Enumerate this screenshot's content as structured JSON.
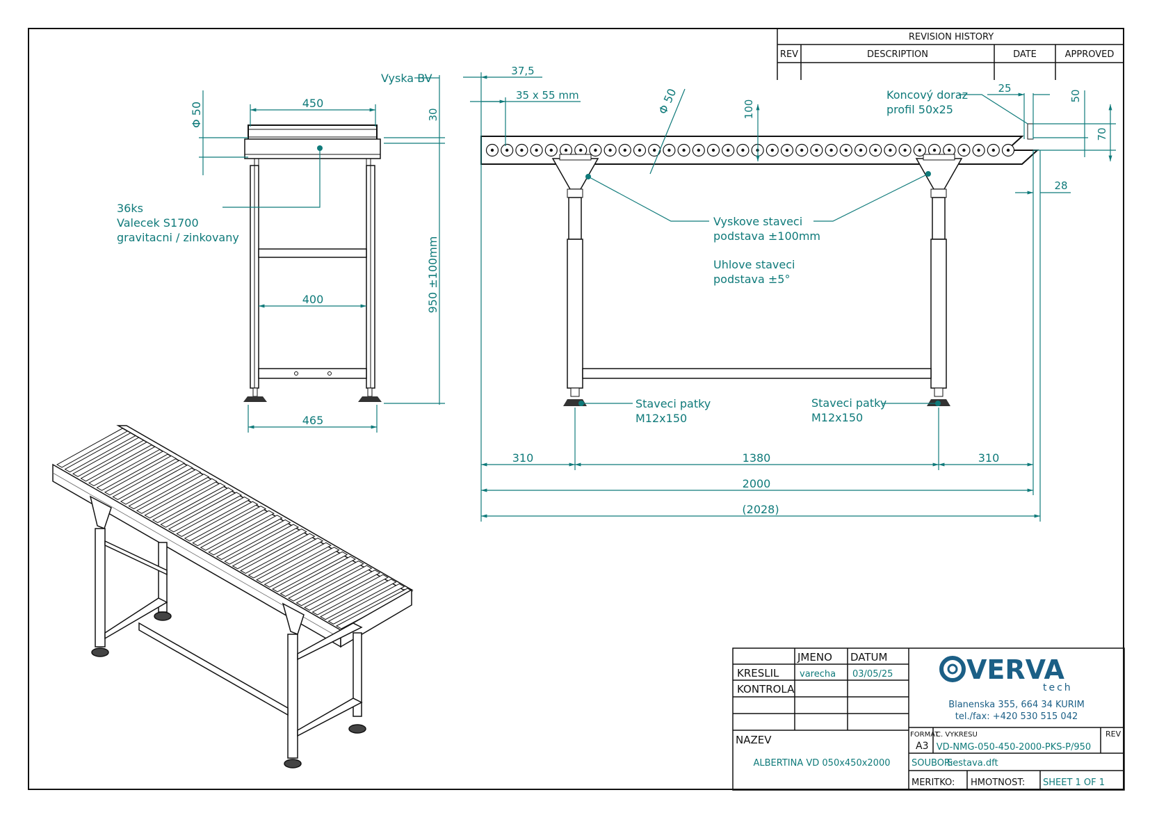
{
  "revision": {
    "title": "REVISION HISTORY",
    "headers": [
      "REV",
      "DESCRIPTION",
      "DATE",
      "APPROVED"
    ]
  },
  "side_view": {
    "dims": {
      "width_top": "450",
      "width_mid": "400",
      "width_bottom": "465",
      "roller_dia": "Φ 50",
      "top_30": "30",
      "height": "950 ±100mm",
      "vyska_bv": "Vyska BV"
    },
    "note": [
      "36ks",
      "Valecek S1700",
      "gravitacni / zinkovany"
    ]
  },
  "front_view": {
    "dims": {
      "d375": "37,5",
      "hole": "35 x 55  mm",
      "dia50": "Φ 50",
      "d100": "100",
      "d25": "25",
      "d50": "50",
      "d70": "70",
      "d28": "28",
      "d310a": "310",
      "d1380": "1380",
      "d310b": "310",
      "d2000": "2000",
      "d2028": "(2028)"
    },
    "labels": {
      "stop": [
        "Koncový doraz",
        "profil 50x25"
      ],
      "height_adj": [
        "Vyskove staveci",
        "podstava ±100mm"
      ],
      "angle_adj": [
        "Uhlove staveci",
        "podstava ±5°"
      ],
      "feet_left": [
        "Staveci patky",
        "M12x150"
      ],
      "feet_right": [
        "Staveci patky",
        "M12x150"
      ]
    }
  },
  "title_block": {
    "col_jmeno": "JMENO",
    "col_datum": "DATUM",
    "kreslil": "KRESLIL",
    "kreslil_name": "varecha",
    "kreslil_date": "03/05/25",
    "kontrola": "KONTROLA",
    "nazev_label": "NAZEV",
    "nazev": "ALBERTINA VD 050x450x2000",
    "company": "VERVA",
    "company_sub": "tech",
    "address": "Blanenska 355, 664 34 KURIM",
    "phone": "tel./fax: +420 530 515 042",
    "format_label": "FORMAT",
    "format": "A3",
    "drawing_no_label": "C. VYKRESU",
    "drawing_no": "VD-NMG-050-450-2000-PKS-P/950",
    "rev_label": "REV",
    "soubor_label": "SOUBOR:",
    "soubor": "Sestava.dft",
    "meritko": "MERITKO:",
    "hmotnost": "HMOTNOST:",
    "sheet": "SHEET 1 OF 1"
  },
  "colors": {
    "dimension": "#0f7a7a",
    "line": "#111111",
    "logo": "#1b5f86"
  }
}
